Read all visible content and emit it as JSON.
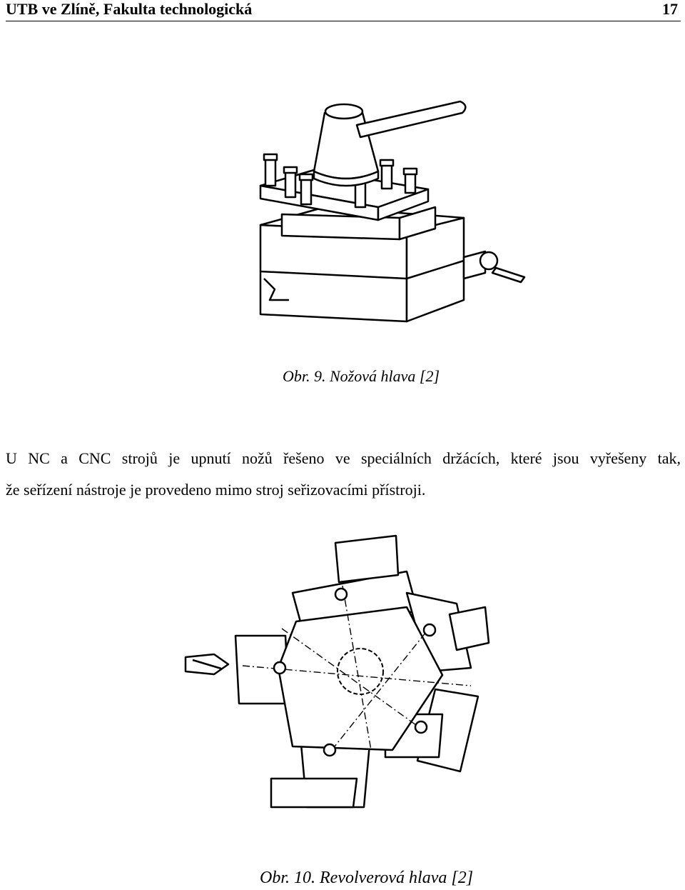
{
  "header": {
    "title": "UTB ve Zlíně, Fakulta technologická",
    "page_number": "17"
  },
  "figures": [
    {
      "caption": "Obr. 9. Nožová hlava [2]"
    },
    {
      "caption": "Obr. 10. Revolverová hlava [2]"
    }
  ],
  "paragraph": {
    "lines": [
      "U NC a CNC strojů je upnutí nožů řešeno ve speciálních držácích, které jsou vyřešeny tak,",
      "že seřízení nástroje je provedeno mimo stroj seřizovacími přístroji."
    ]
  }
}
